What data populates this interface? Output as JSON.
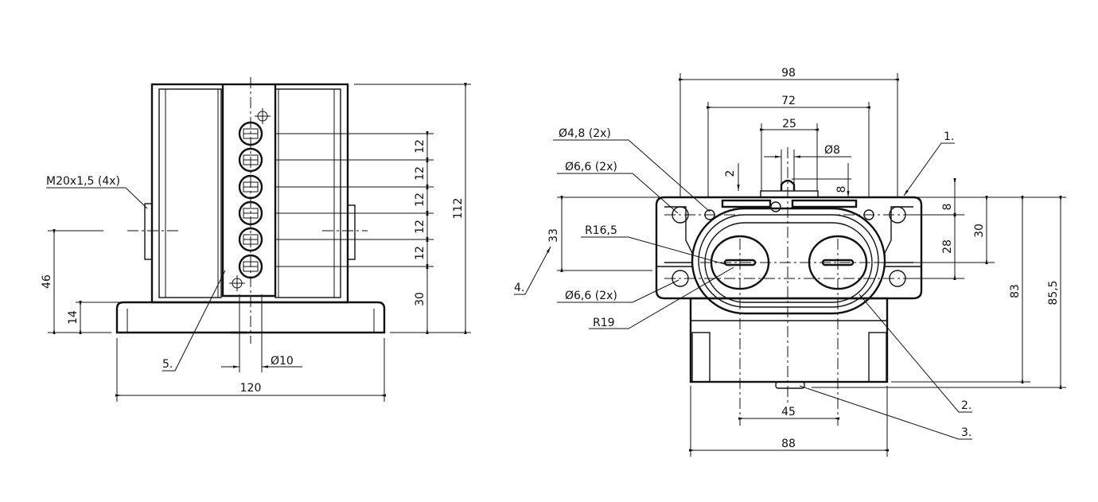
{
  "front_view": {
    "dims": {
      "height_total": "112",
      "pitch": [
        "12",
        "12",
        "12",
        "12",
        "12"
      ],
      "bottom": "30",
      "gland_height": "46",
      "base_height": "14",
      "width": "120",
      "led_dia": "Ø10"
    },
    "callouts": {
      "thread": "M20x1,5  (4x)",
      "item5": "5."
    }
  },
  "top_view": {
    "dims": {
      "w98": "98",
      "w72": "72",
      "w25": "25",
      "d8": "Ø8",
      "h2": "2",
      "h8top": "8",
      "h33": "33",
      "h8": "8",
      "h28": "28",
      "h30": "30",
      "h83": "83",
      "h85": "85,5",
      "w45": "45",
      "w88": "88"
    },
    "callouts": {
      "hole48": "Ø4,8  (2x)",
      "hole66a": "Ø6,6  (2x)",
      "hole66b": "Ø6,6  (2x)",
      "r165": "R16,5",
      "r19": "R19",
      "item1": "1.",
      "item2": "2.",
      "item3": "3.",
      "item4": "4."
    }
  }
}
